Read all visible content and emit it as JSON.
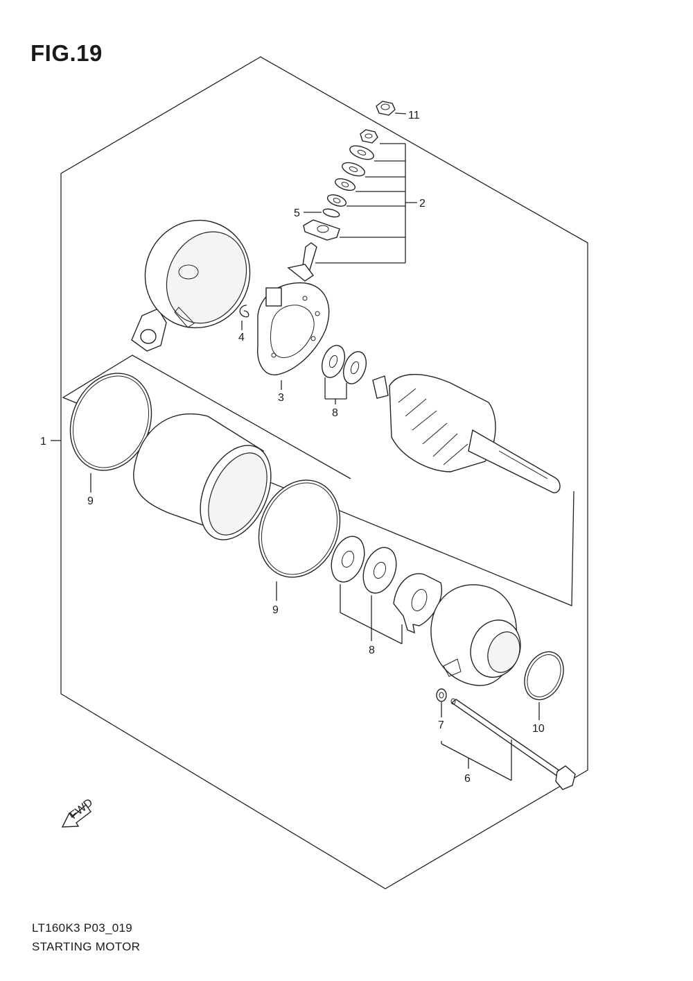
{
  "figure": {
    "title": "FIG.19",
    "model_code": "LT160K3 P03_019",
    "section_name": "STARTING MOTOR",
    "fwd_label": "FWD"
  },
  "callouts": [
    {
      "id": "1",
      "label": "1"
    },
    {
      "id": "2",
      "label": "2"
    },
    {
      "id": "3",
      "label": "3"
    },
    {
      "id": "4",
      "label": "4"
    },
    {
      "id": "5",
      "label": "5"
    },
    {
      "id": "6",
      "label": "6"
    },
    {
      "id": "7",
      "label": "7"
    },
    {
      "id": "8a",
      "label": "8"
    },
    {
      "id": "8b",
      "label": "8"
    },
    {
      "id": "9a",
      "label": "9"
    },
    {
      "id": "9b",
      "label": "9"
    },
    {
      "id": "10",
      "label": "10"
    },
    {
      "id": "11",
      "label": "11"
    }
  ]
}
